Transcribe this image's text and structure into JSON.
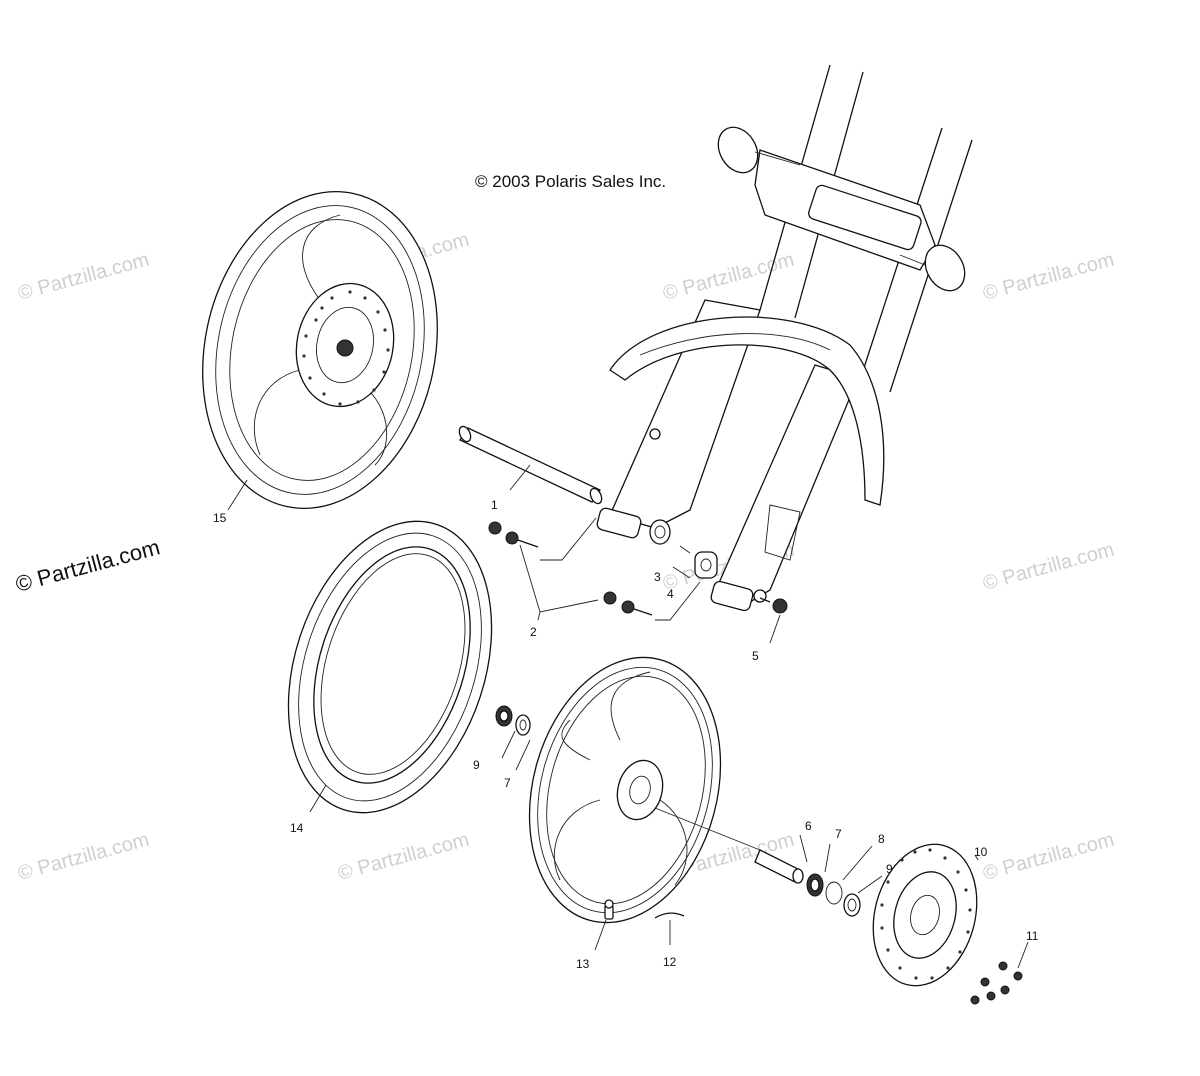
{
  "copyright": "© 2003 Polaris Sales Inc.",
  "watermark": "© Partzilla.com",
  "callouts": {
    "c1": "1",
    "c2": "2",
    "c3": "3",
    "c4": "4",
    "c5": "5",
    "c6": "6",
    "c7a": "7",
    "c7b": "7",
    "c8": "8",
    "c9a": "9",
    "c9b": "9",
    "c10": "10",
    "c11": "11",
    "c12": "12",
    "c13": "13",
    "c14": "14",
    "c15": "15"
  }
}
